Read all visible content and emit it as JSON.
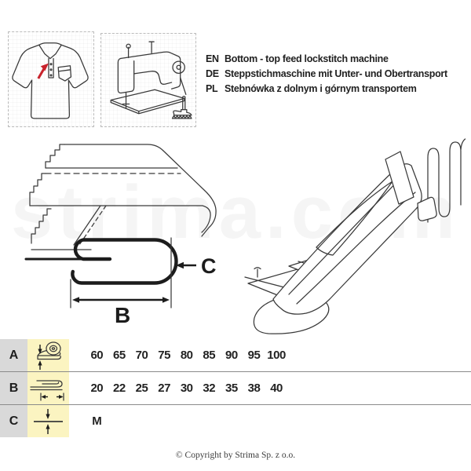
{
  "header": {
    "languages": [
      {
        "code": "EN",
        "text": "Bottom - top feed lockstitch machine"
      },
      {
        "code": "DE",
        "text": "Steppstichmaschine mit Unter- und Obertransport"
      },
      {
        "code": "PL",
        "text": "Stebnówka z dolnym i górnym transportem"
      }
    ]
  },
  "diagram": {
    "dimension_b_label": "B",
    "dimension_c_label": "C",
    "watermark": "strima.com"
  },
  "table": {
    "rows": [
      {
        "letter": "A",
        "icon": "tape-roll-width-icon",
        "values": [
          "60",
          "65",
          "70",
          "75",
          "80",
          "85",
          "90",
          "95",
          "100"
        ]
      },
      {
        "letter": "B",
        "icon": "folded-binding-width-icon",
        "values": [
          "20",
          "22",
          "25",
          "27",
          "30",
          "32",
          "35",
          "38",
          "40"
        ]
      },
      {
        "letter": "C",
        "icon": "material-thickness-icon",
        "values": [
          "M"
        ]
      }
    ]
  },
  "footer": {
    "copyright": "© Copyright by Strima Sp. z o.o."
  },
  "colors": {
    "accent_red": "#c8232c",
    "letter_cell_bg": "#d9d9d9",
    "icon_cell_bg": "#fbf4c1",
    "line_art": "#3a3a3a"
  }
}
